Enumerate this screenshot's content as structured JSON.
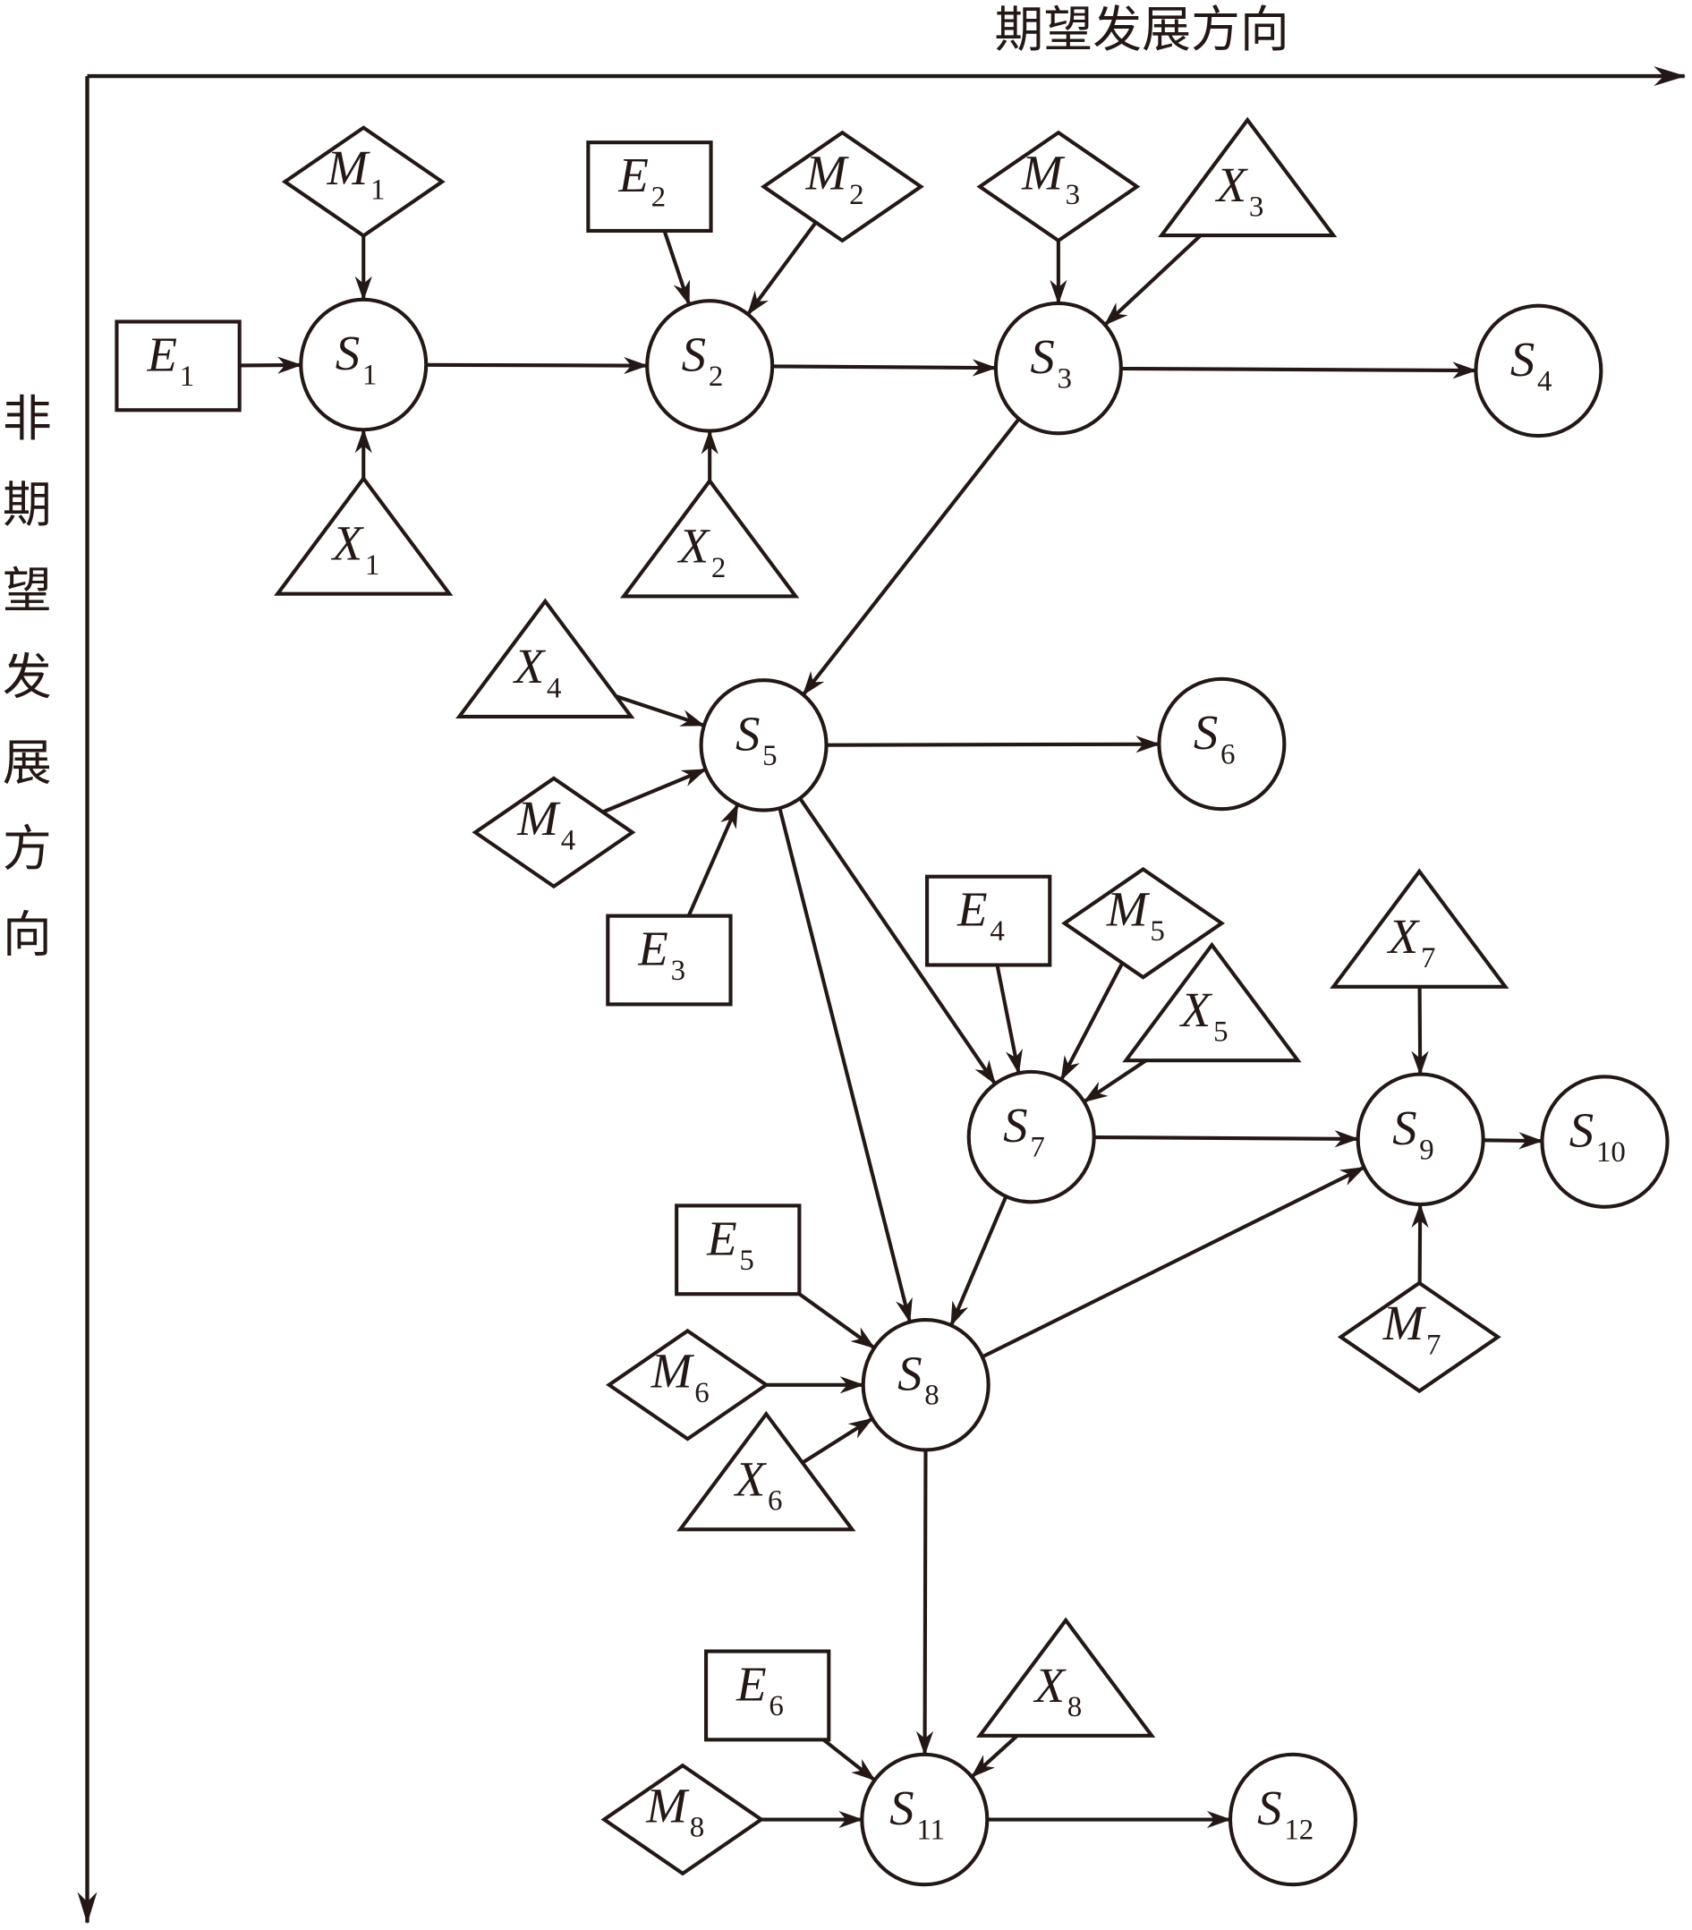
{
  "diagram": {
    "axes": {
      "horizontal_label": "期望发展方向",
      "vertical_label": "非期望发展方向",
      "vertical_chars": [
        "非",
        "期",
        "望",
        "发",
        "展",
        "方",
        "向"
      ]
    },
    "legend_note": {
      "S": "state node (circle)",
      "E": "rectangle node",
      "M": "diamond node",
      "X": "triangle node"
    },
    "nodes": [
      {
        "id": "S1",
        "shape": "circle",
        "letter": "S",
        "sub": "1"
      },
      {
        "id": "S2",
        "shape": "circle",
        "letter": "S",
        "sub": "2"
      },
      {
        "id": "S3",
        "shape": "circle",
        "letter": "S",
        "sub": "3"
      },
      {
        "id": "S4",
        "shape": "circle",
        "letter": "S",
        "sub": "4"
      },
      {
        "id": "S5",
        "shape": "circle",
        "letter": "S",
        "sub": "5"
      },
      {
        "id": "S6",
        "shape": "circle",
        "letter": "S",
        "sub": "6"
      },
      {
        "id": "S7",
        "shape": "circle",
        "letter": "S",
        "sub": "7"
      },
      {
        "id": "S8",
        "shape": "circle",
        "letter": "S",
        "sub": "8"
      },
      {
        "id": "S9",
        "shape": "circle",
        "letter": "S",
        "sub": "9"
      },
      {
        "id": "S10",
        "shape": "circle",
        "letter": "S",
        "sub": "10"
      },
      {
        "id": "S11",
        "shape": "circle",
        "letter": "S",
        "sub": "11"
      },
      {
        "id": "S12",
        "shape": "circle",
        "letter": "S",
        "sub": "12"
      },
      {
        "id": "E1",
        "shape": "rect",
        "letter": "E",
        "sub": "1"
      },
      {
        "id": "E2",
        "shape": "rect",
        "letter": "E",
        "sub": "2"
      },
      {
        "id": "E3",
        "shape": "rect",
        "letter": "E",
        "sub": "3"
      },
      {
        "id": "E4",
        "shape": "rect",
        "letter": "E",
        "sub": "4"
      },
      {
        "id": "E5",
        "shape": "rect",
        "letter": "E",
        "sub": "5"
      },
      {
        "id": "E6",
        "shape": "rect",
        "letter": "E",
        "sub": "6"
      },
      {
        "id": "M1",
        "shape": "diamond",
        "letter": "M",
        "sub": "1"
      },
      {
        "id": "M2",
        "shape": "diamond",
        "letter": "M",
        "sub": "2"
      },
      {
        "id": "M3",
        "shape": "diamond",
        "letter": "M",
        "sub": "3"
      },
      {
        "id": "M4",
        "shape": "diamond",
        "letter": "M",
        "sub": "4"
      },
      {
        "id": "M5",
        "shape": "diamond",
        "letter": "M",
        "sub": "5"
      },
      {
        "id": "M6",
        "shape": "diamond",
        "letter": "M",
        "sub": "6"
      },
      {
        "id": "M7",
        "shape": "diamond",
        "letter": "M",
        "sub": "7"
      },
      {
        "id": "M8",
        "shape": "diamond",
        "letter": "M",
        "sub": "8"
      },
      {
        "id": "X1",
        "shape": "triangle",
        "letter": "X",
        "sub": "1"
      },
      {
        "id": "X2",
        "shape": "triangle",
        "letter": "X",
        "sub": "2"
      },
      {
        "id": "X3",
        "shape": "triangle",
        "letter": "X",
        "sub": "3"
      },
      {
        "id": "X4",
        "shape": "triangle",
        "letter": "X",
        "sub": "4"
      },
      {
        "id": "X5",
        "shape": "triangle",
        "letter": "X",
        "sub": "5"
      },
      {
        "id": "X6",
        "shape": "triangle",
        "letter": "X",
        "sub": "6"
      },
      {
        "id": "X7",
        "shape": "triangle",
        "letter": "X",
        "sub": "7"
      },
      {
        "id": "X8",
        "shape": "triangle",
        "letter": "X",
        "sub": "8"
      }
    ],
    "edges": [
      {
        "from": "E1",
        "to": "S1"
      },
      {
        "from": "M1",
        "to": "S1"
      },
      {
        "from": "X1",
        "to": "S1"
      },
      {
        "from": "S1",
        "to": "S2"
      },
      {
        "from": "E2",
        "to": "S2"
      },
      {
        "from": "M2",
        "to": "S2"
      },
      {
        "from": "X2",
        "to": "S2"
      },
      {
        "from": "S2",
        "to": "S3"
      },
      {
        "from": "M3",
        "to": "S3"
      },
      {
        "from": "X3",
        "to": "S3"
      },
      {
        "from": "S3",
        "to": "S4"
      },
      {
        "from": "S3",
        "to": "S5"
      },
      {
        "from": "X4",
        "to": "S5"
      },
      {
        "from": "M4",
        "to": "S5"
      },
      {
        "from": "E3",
        "to": "S5"
      },
      {
        "from": "S5",
        "to": "S6"
      },
      {
        "from": "S5",
        "to": "S7"
      },
      {
        "from": "S5",
        "to": "S8"
      },
      {
        "from": "E4",
        "to": "S7"
      },
      {
        "from": "M5",
        "to": "S7"
      },
      {
        "from": "X5",
        "to": "S7"
      },
      {
        "from": "S7",
        "to": "S9"
      },
      {
        "from": "S7",
        "to": "S8"
      },
      {
        "from": "X7",
        "to": "S9"
      },
      {
        "from": "M7",
        "to": "S9"
      },
      {
        "from": "S9",
        "to": "S10"
      },
      {
        "from": "E5",
        "to": "S8"
      },
      {
        "from": "M6",
        "to": "S8"
      },
      {
        "from": "X6",
        "to": "S8"
      },
      {
        "from": "S8",
        "to": "S9"
      },
      {
        "from": "S8",
        "to": "S11"
      },
      {
        "from": "E6",
        "to": "S11"
      },
      {
        "from": "M8",
        "to": "S11"
      },
      {
        "from": "X8",
        "to": "S11"
      },
      {
        "from": "S11",
        "to": "S12"
      }
    ]
  }
}
